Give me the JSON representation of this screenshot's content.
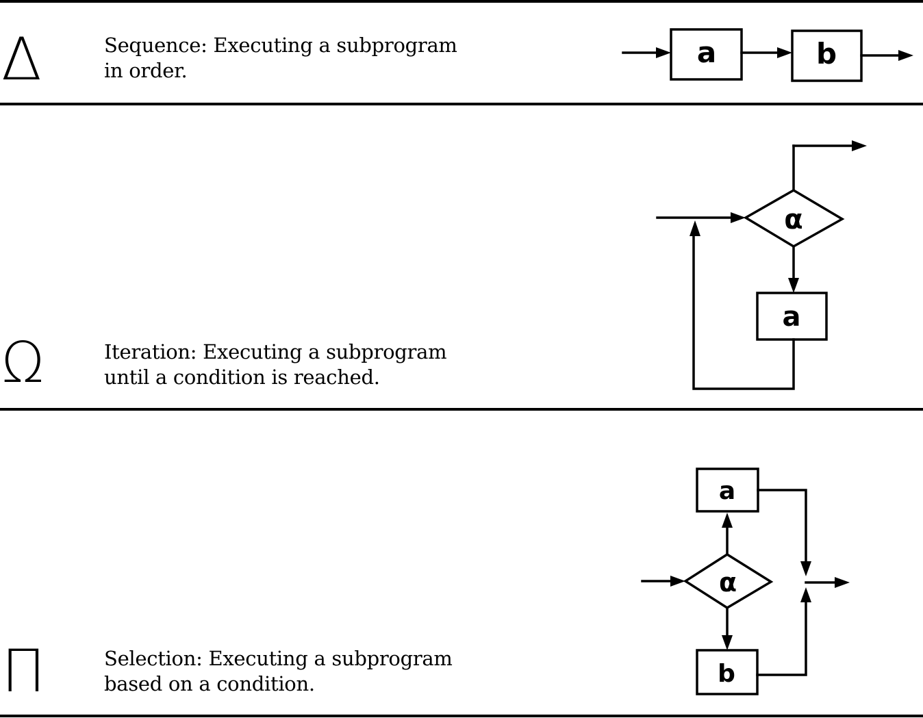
{
  "rows": [
    {
      "symbol": "Δ",
      "title": "Sequence",
      "line1": "Sequence: Executing a subprogram",
      "line2": "in order.",
      "nodes": {
        "first": "a",
        "second": "b"
      }
    },
    {
      "symbol": "Ω",
      "title": "Iteration",
      "line1": "Iteration: Executing a subprogram",
      "line2": "until a condition is reached.",
      "nodes": {
        "condition": "α",
        "body": "a"
      }
    },
    {
      "symbol": "Π",
      "title": "Selection",
      "line1": "Selection: Executing a subprogram",
      "line2": "based on a condition.",
      "nodes": {
        "condition": "α",
        "then": "a",
        "else": "b"
      }
    }
  ]
}
